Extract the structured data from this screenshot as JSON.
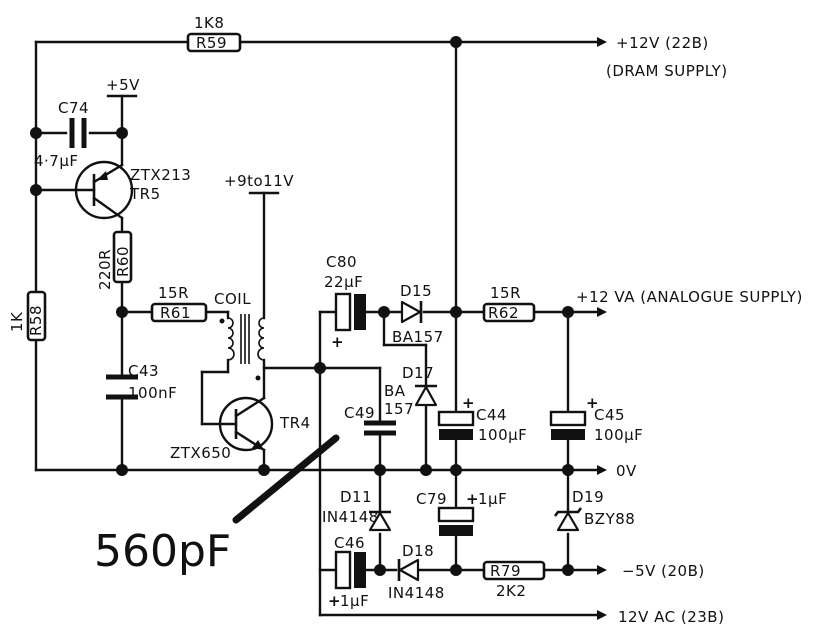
{
  "labels": {
    "r59_value": "1K8",
    "r59_name": "R59",
    "supply_12v": "+12V (22B)",
    "dram_supply": "(DRAM SUPPLY)",
    "plus5v": "+5V",
    "c74_name": "C74",
    "c74_value": "4·7µF",
    "tr5_type": "ZTX213",
    "tr5_name": "TR5",
    "r60_value": "220R",
    "r60_name": "R60",
    "plus9to11v": "+9to11V",
    "r58_value": "1K",
    "r58_name": "R58",
    "r61_value": "15R",
    "r61_name": "R61",
    "coil": "COIL",
    "c80_name": "C80",
    "c80_value": "22µF",
    "d15_name": "D15",
    "d15_type": "BA157",
    "r62_value": "15R",
    "r62_name": "R62",
    "analogue_supply": "+12 VA (ANALOGUE SUPPLY)",
    "c43_name": "C43",
    "c43_value": "100nF",
    "d17_name": "D17",
    "d17_type_a": "BA",
    "d17_type_b": "157",
    "c49_name": "C49",
    "tr4_name": "TR4",
    "tr4_type": "ZTX650",
    "c44_name": "C44",
    "c44_value": "100µF",
    "c45_name": "C45",
    "c45_value": "100µF",
    "zero_v": "0V",
    "d11_name": "D11",
    "d11_type": "IN4148",
    "c79_name": "C79",
    "c79_value": "1µF",
    "d19_name": "D19",
    "d19_type": "BZY88",
    "c46_name": "C46",
    "c46_value": "1µF",
    "d18_name": "D18",
    "d18_type": "IN4148",
    "r79_name": "R79",
    "r79_value": "2K2",
    "minus5v": "−5V (20B)",
    "ac_12v": "12V AC (23B)",
    "annotation_560pf": "560pF",
    "plus_sign": "+"
  }
}
